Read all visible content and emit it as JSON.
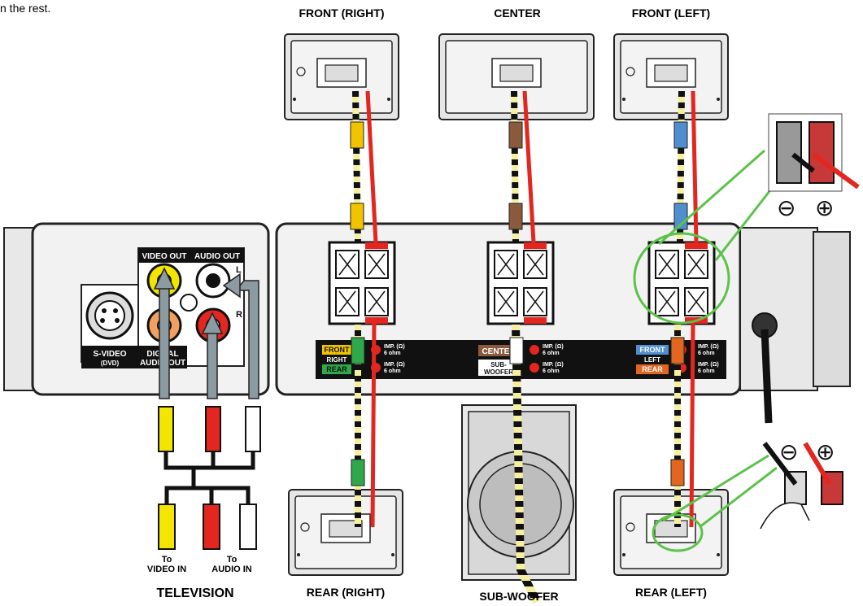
{
  "intro_text_fragment": "n the rest.",
  "speakers": {
    "front_right": "FRONT (RIGHT)",
    "center": "CENTER",
    "front_left": "FRONT (LEFT)",
    "rear_right": "REAR (RIGHT)",
    "subwoofer": "SUB-WOOFER",
    "rear_left": "REAR (LEFT)"
  },
  "tv": {
    "title": "TELEVISION",
    "video_in_to": "To",
    "video_in": "VIDEO IN",
    "audio_in_to": "To",
    "audio_in": "AUDIO IN"
  },
  "unit_panel": {
    "video_out": "VIDEO OUT",
    "audio_out": "AUDIO OUT",
    "audio_l": "L",
    "audio_r": "R",
    "svideo": "S-VIDEO",
    "svideo_sub": "(DVD)",
    "digital_1": "DIGITAL",
    "digital_2": "AUDIO OUT"
  },
  "terminal_labels": {
    "front": "FRONT",
    "right": "RIGHT",
    "rear": "REAR",
    "center": "CENTER",
    "sub_1": "SUB-",
    "sub_2": "WOOFER",
    "left": "LEFT",
    "imp": "IMP. (Ω)",
    "ohm": "6 ohm"
  },
  "polarity": {
    "minus": "⊖",
    "plus": "⊕"
  },
  "colors": {
    "front_right": "#f2c400",
    "center": "#8b5a3c",
    "front_left": "#4f8fd0",
    "rear_right": "#2ea84a",
    "subwoofer": "#ffffff",
    "rear_left": "#e2661f",
    "positive_wire": "#e3261f",
    "highlight": "#5cc24a"
  }
}
